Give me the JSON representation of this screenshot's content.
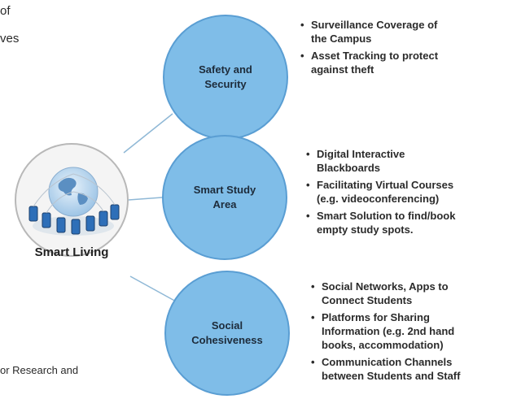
{
  "fragments": {
    "top_line1": "of",
    "top_line2": "ves",
    "bottom_line": "or Research and"
  },
  "hub": {
    "label": "Smart Living",
    "icon": "globe-with-phones-icon"
  },
  "topics": [
    {
      "label": "Safety and\nSecurity",
      "bullets": [
        "Surveillance Coverage of\nthe Campus",
        "Asset Tracking to protect\nagainst theft"
      ]
    },
    {
      "label": "Smart Study\nArea",
      "bullets": [
        "Digital Interactive\nBlackboards",
        "Facilitating Virtual Courses\n(e.g. videoconferencing)",
        "Smart Solution to find/book\nempty study spots."
      ]
    },
    {
      "label": "Social\nCohesiveness",
      "bullets": [
        "Social Networks, Apps to\nConnect Students",
        "Platforms for Sharing\nInformation (e.g. 2nd hand\nbooks, accommodation)",
        "Communication Channels\nbetween Students and Staff"
      ]
    }
  ],
  "colors": {
    "bubble_fill": "#7fbde8",
    "bubble_border": "#5a9ed3",
    "connector": "#8fb8d6"
  }
}
